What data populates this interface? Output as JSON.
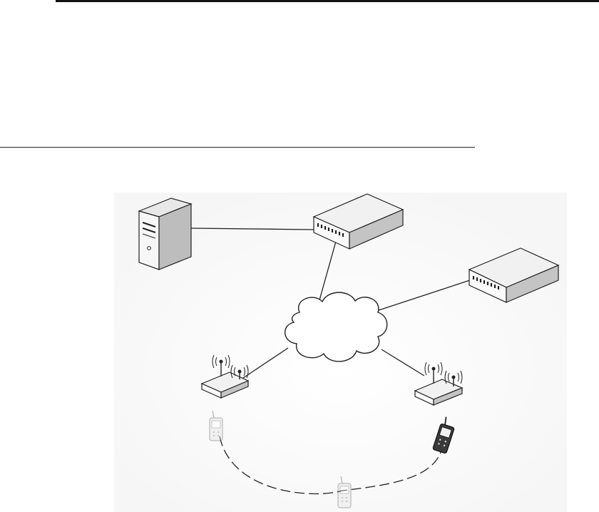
{
  "diagram": {
    "nodes": [
      {
        "id": "server",
        "icon": "server-icon"
      },
      {
        "id": "switch-1",
        "icon": "network-switch-icon"
      },
      {
        "id": "switch-2",
        "icon": "network-switch-icon"
      },
      {
        "id": "network-cloud",
        "icon": "cloud-icon"
      },
      {
        "id": "access-point-left",
        "icon": "wireless-access-point-icon"
      },
      {
        "id": "access-point-right",
        "icon": "wireless-access-point-icon"
      },
      {
        "id": "phone-left",
        "icon": "mobile-phone-icon",
        "faded": true
      },
      {
        "id": "phone-middle",
        "icon": "mobile-phone-icon",
        "faded": true
      },
      {
        "id": "phone-right",
        "icon": "mobile-phone-icon",
        "faded": false
      }
    ],
    "links": [
      {
        "from": "server",
        "to": "switch-1",
        "style": "solid"
      },
      {
        "from": "switch-1",
        "to": "network-cloud",
        "style": "solid"
      },
      {
        "from": "switch-2",
        "to": "network-cloud",
        "style": "solid"
      },
      {
        "from": "network-cloud",
        "to": "access-point-left",
        "style": "solid"
      },
      {
        "from": "network-cloud",
        "to": "access-point-right",
        "style": "solid"
      },
      {
        "from": "phone-left",
        "to": "phone-right",
        "via": "phone-middle",
        "style": "dashed",
        "meaning": "roaming-path"
      }
    ],
    "colors": {
      "line": "#222222",
      "faded": "#c8c8c8",
      "device_fill": "#f4f4f4"
    }
  }
}
